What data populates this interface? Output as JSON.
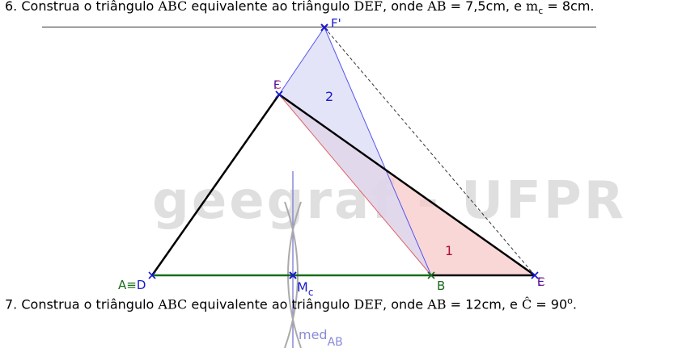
{
  "problem6": {
    "number": "6.",
    "pre": "Construa o triângulo ",
    "t1": "ABC",
    "mid1": " equivalente ao triângulo ",
    "t2": "DEF",
    "mid2": ", onde ",
    "ab": "AB",
    "mid3": " = 7,5cm, e ",
    "mc": "m",
    "mc_sub": "c",
    "end": " = 8cm."
  },
  "problem7": {
    "number": "7.",
    "pre": "Construa o triângulo ",
    "t1": "ABC",
    "mid1": " equivalente ao triângulo ",
    "t2": "DEF",
    "mid2": ", onde ",
    "ab": "AB",
    "mid3": " = 12cm, e ",
    "angle": "Ĉ",
    "end": " = 90",
    "deg": "o",
    "dot": "."
  },
  "watermark": "geegraf - UFPR",
  "labels": {
    "a_equiv_d_a": "A",
    "a_equiv_d_eq": "≡",
    "a_equiv_d_d": "D",
    "b": "B",
    "mc_m": "M",
    "mc_c": "c",
    "f_prime": "F'",
    "f_overlap": "F",
    "f_overlap_c": "C",
    "e_overlap": "E",
    "e_overlap_c": "C",
    "region_1": "1",
    "region_2": "2",
    "med_main": "med",
    "med_sub": "AB"
  },
  "colors": {
    "black_sides": "#000000",
    "base_green": "#1a6b1a",
    "blue_point": "#1a1acc",
    "purple_point": "#aa2266",
    "red_fill": "#f7c9c9",
    "blue_fill": "#d9d9f5",
    "red_line": "#e06060",
    "blue_line": "#5555ee",
    "arc_gray": "#aaaaaa",
    "med_purple": "#8a8ad8"
  }
}
